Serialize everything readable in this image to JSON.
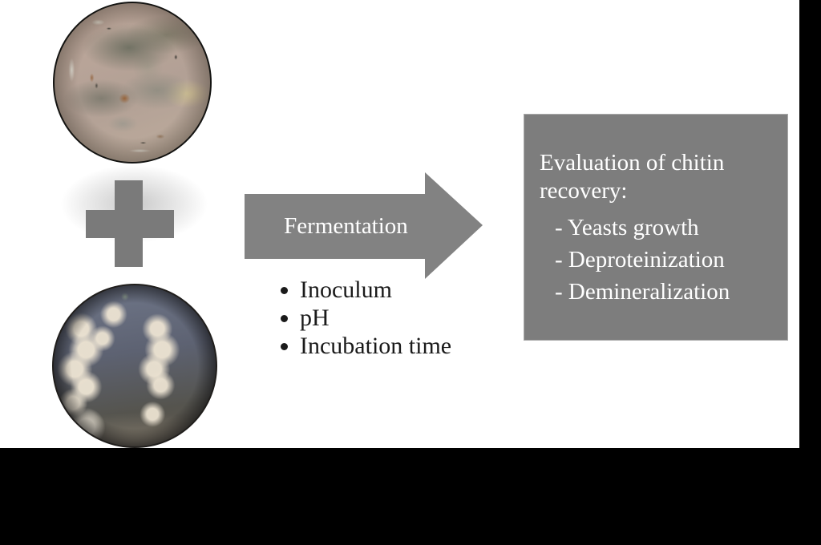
{
  "slide": {
    "images": {
      "shrimp": {
        "label": "shrimp shells waste photo"
      },
      "yeast": {
        "label": "yeast colonies on petri dish photo"
      }
    },
    "plus_symbol": "+",
    "arrow": {
      "label": "Fermentation"
    },
    "conditions": [
      "Inoculum",
      "pH",
      "Incubation time"
    ],
    "outcome_box": {
      "title": "Evaluation of chitin recovery:",
      "items": [
        "- Yeasts growth",
        "- Deproteinization",
        "- Demineralization"
      ]
    },
    "colors": {
      "arrow_gray": "#828282",
      "box_gray": "#7d7d7d",
      "plus_gray": "#7a7a7a",
      "background": "#000000",
      "slide": "#ffffff",
      "text_white": "#ffffff",
      "text_black": "#1a1a1a"
    }
  }
}
